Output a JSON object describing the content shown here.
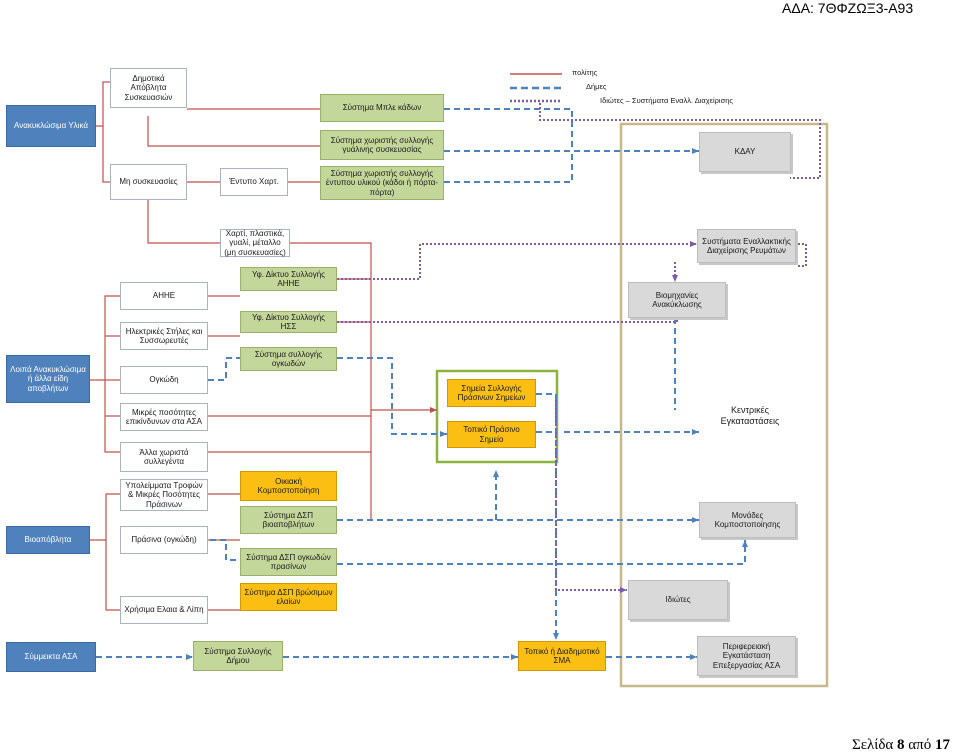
{
  "header": {
    "ada": "ΑΔΑ: 7ΘΦΖΩΞ3-Α93"
  },
  "footer": {
    "prefix": "Σελίδα",
    "page": "8",
    "sep": "από",
    "total": "17"
  },
  "legend": {
    "policy": "πολίτης",
    "municipalities": "Δήμες",
    "individuals": "Ιδιώτες – Συστήματα Εναλλ. Διαχείρισης"
  },
  "colors": {
    "red": "#c0504d",
    "blue": "#4f81bd",
    "purple": "#7b5ea7",
    "frame": "#c7b88a",
    "green_frame": "#8cb43c"
  },
  "boxes": {
    "recyclables": "Ανακυκλώσιμα Υλικά",
    "municipal_bins": "Δημοτικά Απόβλητα Συσκευασιών",
    "non_packaging": "Μη συσκευασίες",
    "printed_paper": "Έντυπο Χαρτ.",
    "paper_plastic_glass": "Χαρτί, πλαστικά, γυαλί, μέταλλο (μη συσκευασίες)",
    "blue_bin_system": "Σύστημα Μπλε κάδων",
    "glass_separate": "Σύστημα χωριστής συλλογής γυάλινης συσκευασίας",
    "printed_separate": "Σύστημα χωριστής συλλογής έντυπου υλικού (κάδοι ή πόρτα-πόρτα)",
    "kdau": "ΚΔΑΥ",
    "alt_systems": "Συστήματα Εναλλακτικής Διαχείρισης Ρευμάτων",
    "industries": "Βιομηχανίες Ανακύκλωσης",
    "other_recyclables": "Λοιπά Ανακυκλώσιμα ή άλλα είδη αποβλήτων",
    "weee": "ΑΗΗΕ",
    "batteries": "Ηλεκτρικές Στήλες και Συσσωρευτές",
    "bulky": "Ογκώδη",
    "hazardous_small": "Μικρές ποσότητες επικίνδυνων στα ΑΣΑ",
    "other_separate": "Άλλα χωριστά συλλεγέντα",
    "weee_net": "Υφ. Δίκτυο Συλλογής ΑΗΗΕ",
    "bat_net": "Υφ. Δίκτυο Συλλογής ΗΣΣ",
    "bulky_sys": "Σύστημα συλλογής ογκωδών",
    "green_points": "Σημεία Συλλογής Πράσινων Σημείων",
    "local_green": "Τοπικό Πράσινο Σημείο",
    "central_label": "Κεντρικές Εγκαταστάσεις",
    "biowaste": "Βιοαπόβλητα",
    "food_waste": "Υπολείμματα Τροφών & Μικρές Ποσότητες Πράσινων",
    "green_bulky": "Πράσινα (ογκώδη)",
    "used_oils": "Χρήσιμα Ελαια & Λίπη",
    "home_compost": "Οικιακή Κομποστοποίηση",
    "bio_system": "Σύστημα ΔΣΠ βιοαποβλήτων",
    "green_system": "Σύστημα ΔΣΠ ογκωδών πρασίνων",
    "oil_system": "Σύστημα ΔΣΠ βρώσιμων ελαίων",
    "composting": "Μονάδες Κομποστοποίησης",
    "private": "Ιδιώτες",
    "mixed": "Σύμμεικτα ΑΣΑ",
    "municipal_collection": "Σύστημα Συλλογής Δήμου",
    "local_sma": "Τοπικό ή Διαδημοτικό ΣΜΑ",
    "regional_plant": "Περιφερειακή Εγκατάσταση Επεξεργασίας ΑΣΑ"
  }
}
